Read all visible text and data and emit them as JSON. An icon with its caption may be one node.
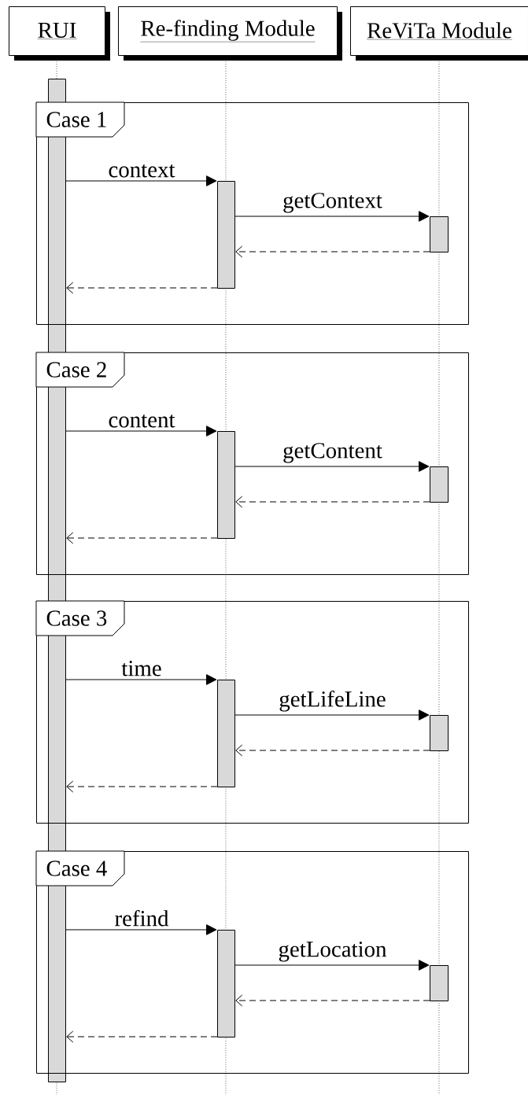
{
  "diagram": {
    "nodes": [
      {
        "text": [
          "RUI"
        ]
      },
      {
        "text": [
          "Re-finding Module"
        ]
      },
      {
        "text": [
          "ReViTa Module"
        ]
      },
      {
        "text": [],
        "shape": "bar"
      },
      {
        "text": [
          "Case 1"
        ]
      },
      {
        "text": [],
        "shape": "bar",
        "in": 4
      },
      {
        "text": [],
        "shape": "bar",
        "in": 4
      },
      {
        "text": [
          "Case 2"
        ]
      },
      {
        "text": [],
        "shape": "bar",
        "in": 7
      },
      {
        "text": [],
        "shape": "bar",
        "in": 7
      },
      {
        "text": [
          "Case 3"
        ]
      },
      {
        "text": [],
        "shape": "bar",
        "in": 10
      },
      {
        "text": [],
        "shape": "bar",
        "in": 10
      },
      {
        "text": [
          "Case 4"
        ]
      },
      {
        "text": [],
        "shape": "bar",
        "in": 13
      },
      {
        "text": [],
        "shape": "bar",
        "in": 13
      }
    ],
    "edges": [
      {
        "from": 3,
        "to": 5,
        "arrow": "to",
        "label": "context"
      },
      {
        "from": 5,
        "to": 6,
        "arrow": "to",
        "label": "getContext"
      },
      {
        "from": 6,
        "to": 5,
        "arrow": "to",
        "style": "dashed"
      },
      {
        "from": 5,
        "to": 3,
        "arrow": "to",
        "style": "dashed"
      },
      {
        "from": 3,
        "to": 8,
        "arrow": "to",
        "label": "content"
      },
      {
        "from": 8,
        "to": 9,
        "arrow": "to",
        "label": "getContent"
      },
      {
        "from": 9,
        "to": 8,
        "arrow": "to",
        "style": "dashed"
      },
      {
        "from": 8,
        "to": 3,
        "arrow": "to",
        "style": "dashed"
      },
      {
        "from": 3,
        "to": 11,
        "arrow": "to",
        "label": "time"
      },
      {
        "from": 11,
        "to": 12,
        "arrow": "to",
        "label": "getLifeLine"
      },
      {
        "from": 12,
        "to": 11,
        "arrow": "to",
        "style": "dashed"
      },
      {
        "from": 11,
        "to": 3,
        "arrow": "to",
        "style": "dashed"
      },
      {
        "from": 3,
        "to": 14,
        "arrow": "to",
        "label": "refind"
      },
      {
        "from": 14,
        "to": 15,
        "arrow": "to",
        "label": "getLocation"
      },
      {
        "from": 15,
        "to": 14,
        "arrow": "to",
        "style": "dashed"
      },
      {
        "from": 14,
        "to": 3,
        "arrow": "to",
        "style": "dashed"
      }
    ]
  }
}
